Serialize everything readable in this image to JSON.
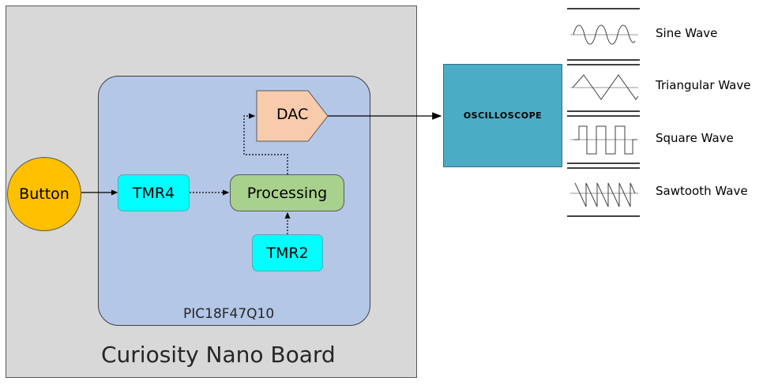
{
  "board": {
    "label": "Curiosity Nano Board"
  },
  "mcu": {
    "label": "PIC18F47Q10"
  },
  "nodes": {
    "button": "Button",
    "tmr4": "TMR4",
    "tmr2": "TMR2",
    "processing": "Processing",
    "dac": "DAC",
    "oscilloscope": "OSCILLOSCOPE"
  },
  "waves": [
    {
      "label": "Sine Wave",
      "icon": "sine-wave-icon"
    },
    {
      "label": "Triangular Wave",
      "icon": "triangle-wave-icon"
    },
    {
      "label": "Square Wave",
      "icon": "square-wave-icon"
    },
    {
      "label": "Sawtooth Wave",
      "icon": "sawtooth-wave-icon"
    }
  ],
  "colors": {
    "board": "#d8d8d8",
    "mcu": "#b4c7e7",
    "button": "#ffc000",
    "timer": "#00ffff",
    "processing": "#a9d18e",
    "dac": "#f8cbad",
    "oscilloscope": "#4bacc6"
  }
}
